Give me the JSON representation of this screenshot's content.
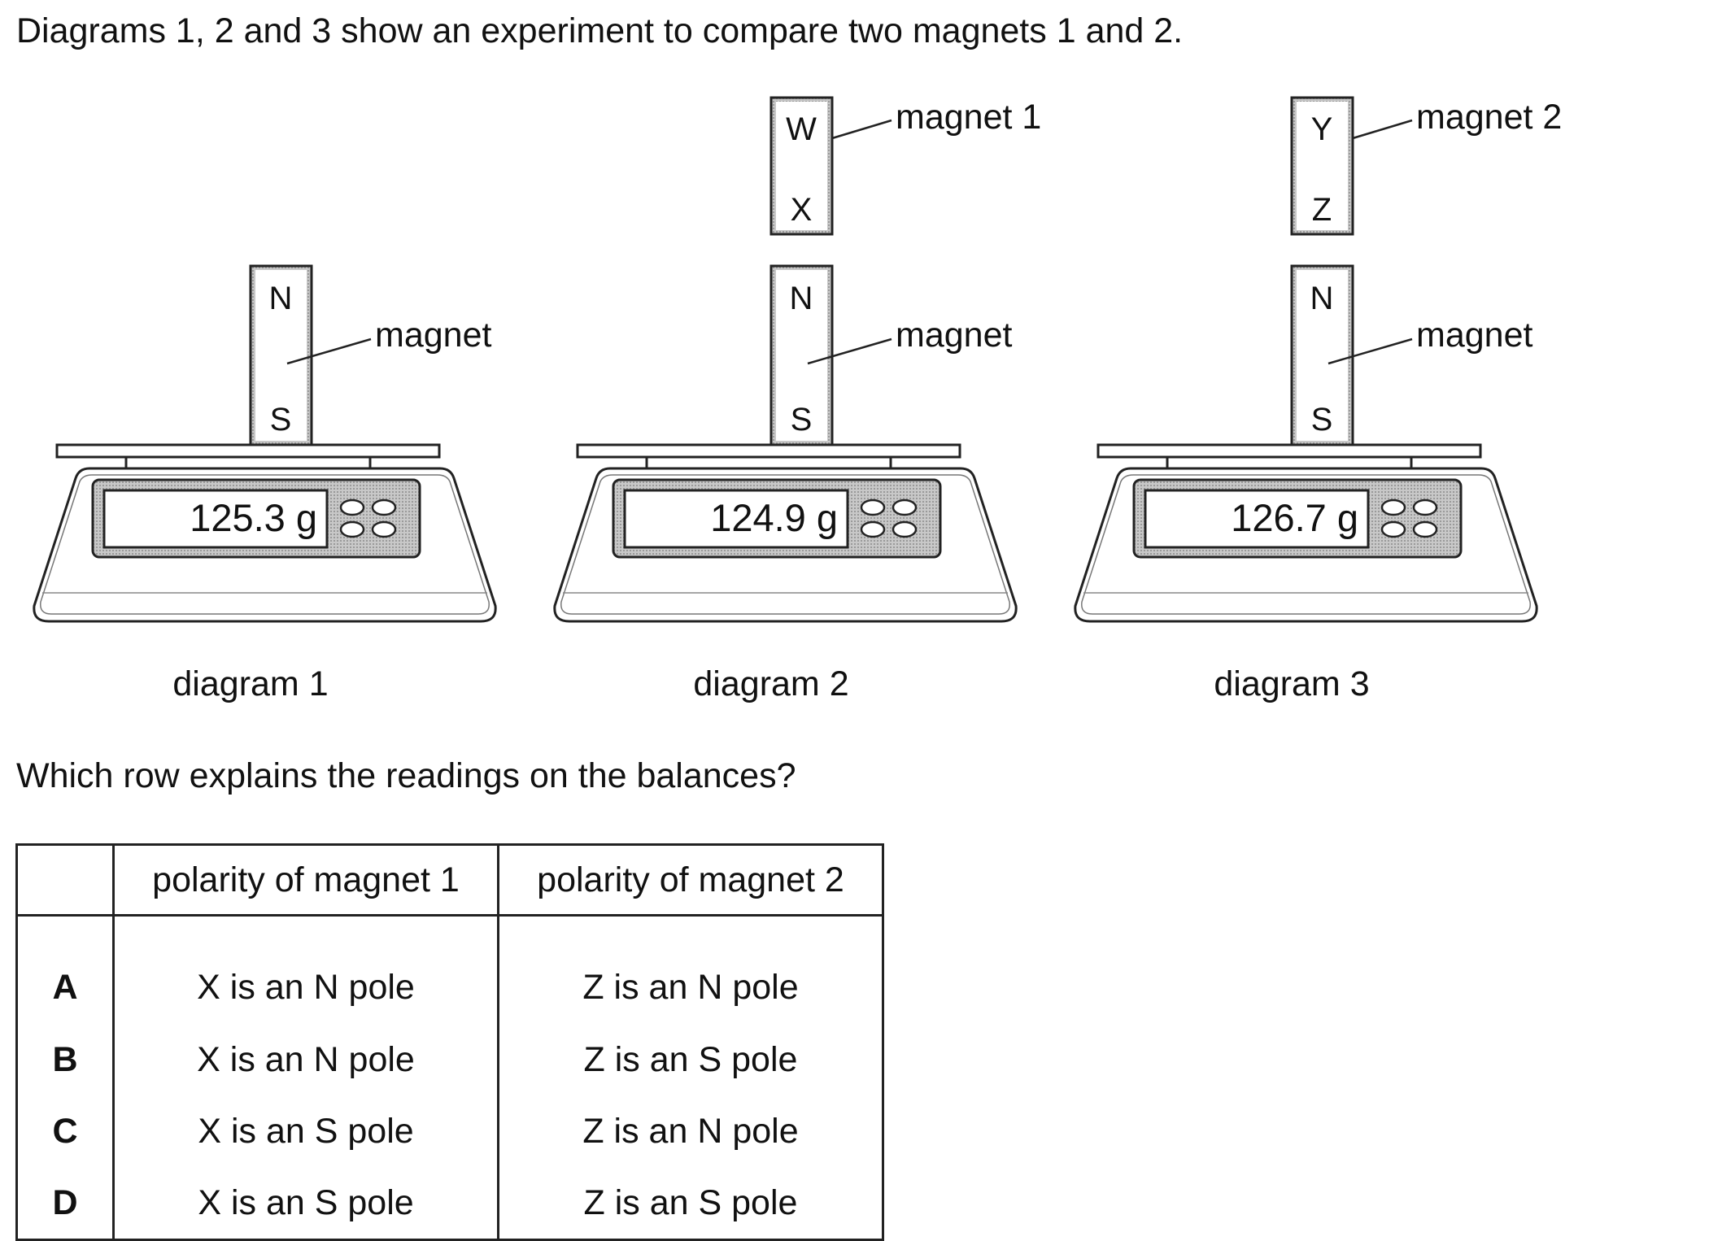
{
  "question": "Diagrams 1, 2 and 3 show an experiment to compare two magnets 1 and 2.",
  "diagrams": [
    {
      "caption": "diagram 1",
      "reading": "125.3 g",
      "lower_magnet": {
        "top": "N",
        "bottom": "S",
        "label": "magnet"
      }
    },
    {
      "caption": "diagram 2",
      "reading": "124.9 g",
      "upper_magnet": {
        "top": "W",
        "bottom": "X",
        "label": "magnet 1"
      },
      "lower_magnet": {
        "top": "N",
        "bottom": "S",
        "label": "magnet"
      }
    },
    {
      "caption": "diagram 3",
      "reading": "126.7 g",
      "upper_magnet": {
        "top": "Y",
        "bottom": "Z",
        "label": "magnet 2"
      },
      "lower_magnet": {
        "top": "N",
        "bottom": "S",
        "label": "magnet"
      }
    }
  ],
  "prompt": "Which row explains the readings on the balances?",
  "table": {
    "headers": [
      "",
      "polarity of magnet 1",
      "polarity of magnet 2"
    ],
    "rows": [
      {
        "key": "A",
        "magnet1": "X is an N pole",
        "magnet2": "Z is an N pole"
      },
      {
        "key": "B",
        "magnet1": "X is an N pole",
        "magnet2": "Z is an S pole"
      },
      {
        "key": "C",
        "magnet1": "X is an S pole",
        "magnet2": "Z is an N pole"
      },
      {
        "key": "D",
        "magnet1": "X is an S pole",
        "magnet2": "Z is an S pole"
      }
    ]
  }
}
